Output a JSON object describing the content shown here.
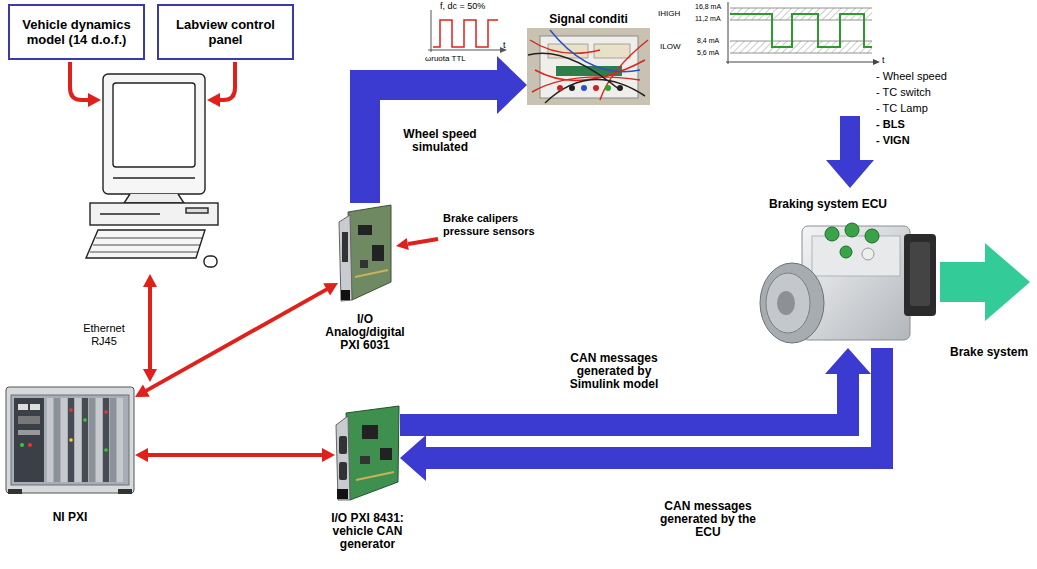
{
  "diagram": {
    "nodes": [
      {
        "text": [
          "Vehicle dynamics model (14 d.o.f.)"
        ]
      },
      {
        "text": [
          "Labview control panel"
        ]
      },
      {
        "text": [
          "NI PXI"
        ]
      },
      {
        "text": [
          "I/O Analog/digital PXI 6031"
        ]
      },
      {
        "text": [
          "I/O PXI 8431: vehicle CAN generator"
        ]
      },
      {
        "text": [
          "Signal conditi"
        ]
      },
      {
        "text": [
          "Braking system ECU"
        ]
      }
    ],
    "edges": [
      {
        "from": 2,
        "to": 3,
        "arrow": "both"
      },
      {
        "from": 2,
        "to": 4,
        "arrow": "both"
      },
      {
        "from": 3,
        "to": 5,
        "label": "Wheel speed simulated",
        "arrow": "to"
      },
      {
        "from": 4,
        "to": 6,
        "label": "CAN messages generated by Simulink model",
        "arrow": "to"
      },
      {
        "from": 6,
        "to": 4,
        "label": "CAN messages generated by the ECU",
        "arrow": "to"
      }
    ],
    "labels": [
      "Ethernet RJ45",
      "Brake calipers pressure sensors",
      "f, dc = 50%",
      "t",
      "ωruota TTL",
      "IHIGH",
      "16,8 mA",
      "11,2 mA",
      "ILOW",
      "8,4 mA",
      "5,6 mA",
      "t",
      "- Wheel speed",
      "- TC switch",
      "- TC Lamp",
      "- BLS",
      "- VIGN",
      "Brake system"
    ]
  }
}
